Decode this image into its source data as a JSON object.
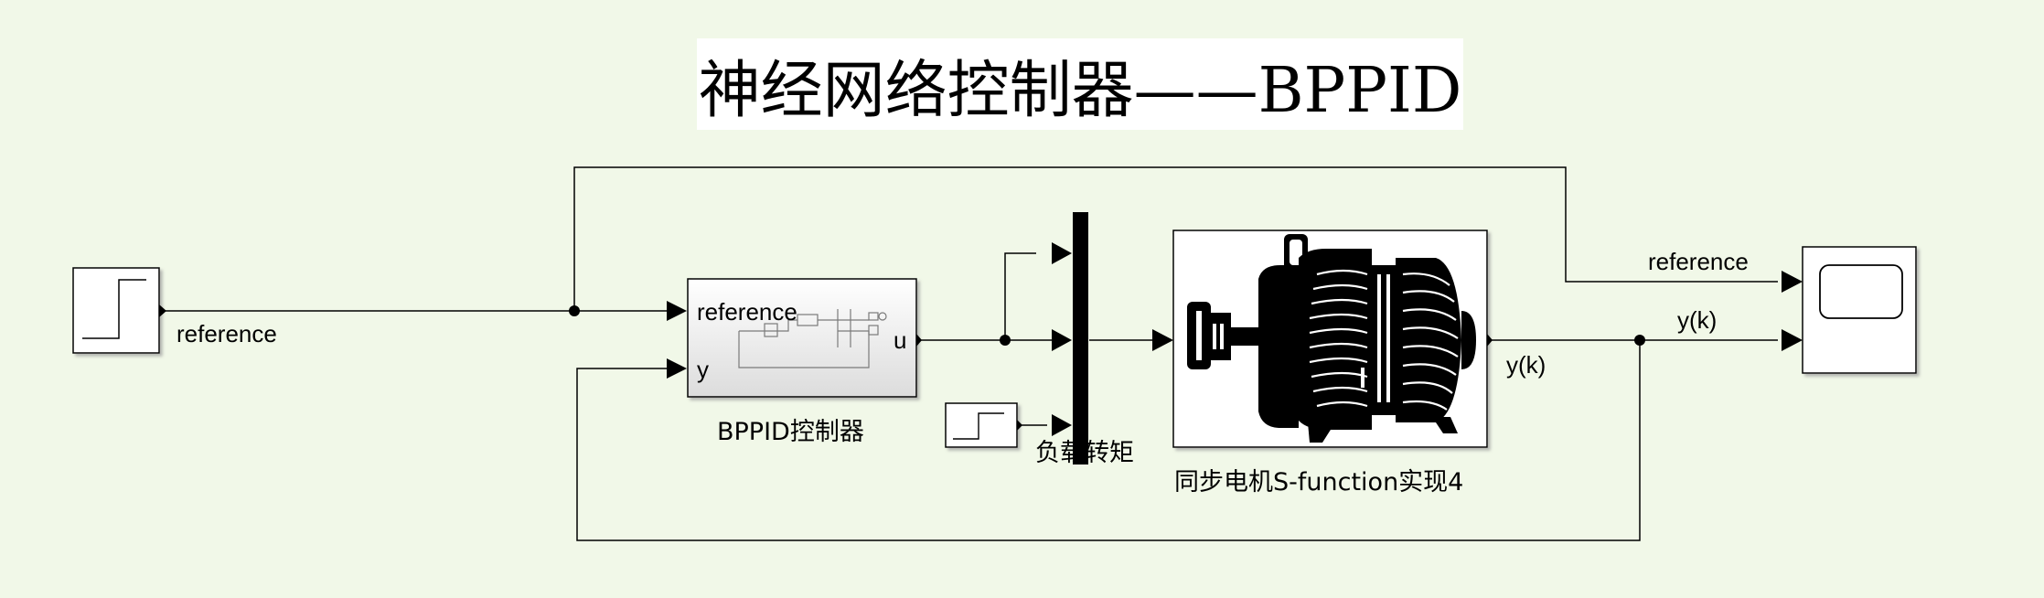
{
  "title": "神经网络控制器——BPPID",
  "blocks": {
    "step_reference": {
      "output_label": "reference"
    },
    "bppid": {
      "name": "BPPID控制器",
      "inputs": [
        "reference",
        "y"
      ],
      "output": "u"
    },
    "load_step": {
      "name": "负载转矩"
    },
    "motor": {
      "name": "同步电机S-function实现4",
      "output_label": "y(k)"
    },
    "scope": {
      "inputs": [
        "reference",
        "y(k)"
      ]
    }
  },
  "colors": {
    "background": "#f1f8e8",
    "block_border": "#000000",
    "block_fill": "#ffffff"
  }
}
